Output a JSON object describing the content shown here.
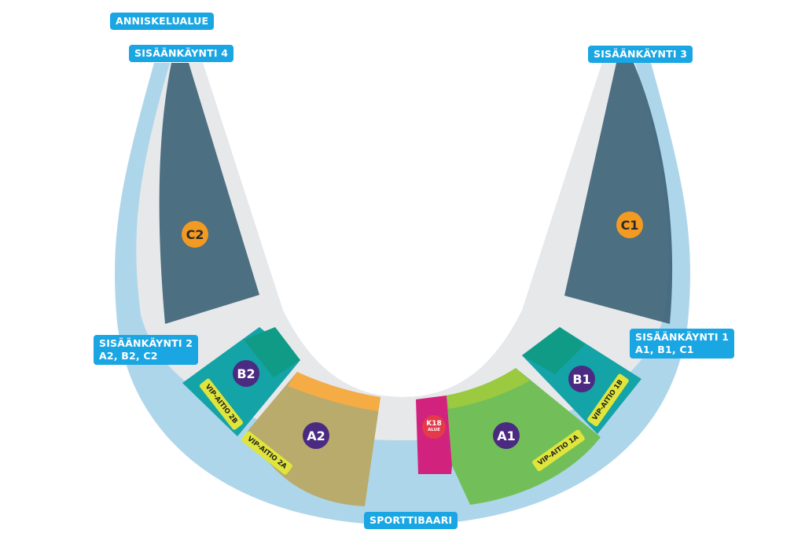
{
  "labels": {
    "beverage_area": "ANNISKELUALUE",
    "entrance_4": "SISÄÄNKÄYNTI 4",
    "entrance_3": "SISÄÄNKÄYNTI 3",
    "entrance_2_title": "SISÄÄNKÄYNTI 2",
    "entrance_2_sections": "A2, B2, C2",
    "entrance_1_title": "SISÄÄNKÄYNTI 1",
    "entrance_1_sections": "A1, B1, C1",
    "sports_bar": "SPORTTIBAARI"
  },
  "sections": {
    "a1": "A1",
    "a2": "A2",
    "b1": "B1",
    "b2": "B2",
    "c1": "C1",
    "c2": "C2",
    "k18_top": "K18",
    "k18_bottom": "ALUE"
  },
  "vip": {
    "v1a": "VIP-AITIO 1A",
    "v1b": "VIP-AITIO 1B",
    "v2a": "VIP-AITIO 2A",
    "v2b": "VIP-AITIO 2B"
  },
  "colors": {
    "outer_ring": "#aed6ea",
    "concourse": "#e7e8ea",
    "section_c": "#44677a",
    "section_b": "#14a3a7",
    "section_a1": "#72bf5a",
    "section_a2": "#b8ab6c",
    "k18_zone": "#d1237d",
    "label_blue": "#1aa6e3",
    "vip_yellow": "#dfe53a",
    "badge_purple": "#4b2a82",
    "badge_orange": "#f39a22"
  }
}
